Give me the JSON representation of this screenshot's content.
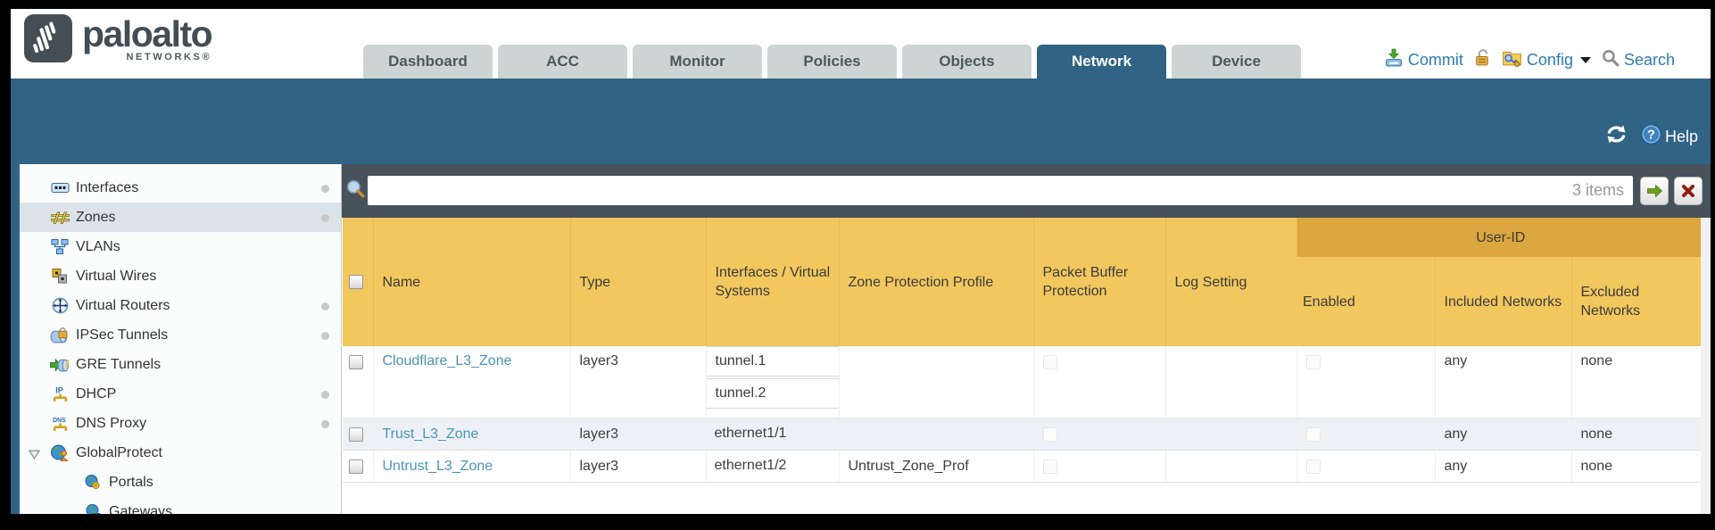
{
  "brand": {
    "logo_text": "paloalto",
    "logo_sub": "NETWORKS®"
  },
  "nav": {
    "tabs": [
      "Dashboard",
      "ACC",
      "Monitor",
      "Policies",
      "Objects",
      "Network",
      "Device"
    ],
    "active_tab": "Network"
  },
  "header_actions": {
    "commit": "Commit",
    "config": "Config",
    "search": "Search"
  },
  "band": {
    "help": "Help"
  },
  "filter": {
    "value": "",
    "items_count": "3 items"
  },
  "sidebar": {
    "items": [
      {
        "label": "Interfaces",
        "icon": "interfaces-icon",
        "dot": true
      },
      {
        "label": "Zones",
        "icon": "zones-icon",
        "dot": true,
        "selected": true
      },
      {
        "label": "VLANs",
        "icon": "vlans-icon",
        "dot": false
      },
      {
        "label": "Virtual Wires",
        "icon": "virtual-wires-icon",
        "dot": false
      },
      {
        "label": "Virtual Routers",
        "icon": "virtual-routers-icon",
        "dot": true
      },
      {
        "label": "IPSec Tunnels",
        "icon": "ipsec-tunnels-icon",
        "dot": true
      },
      {
        "label": "GRE Tunnels",
        "icon": "gre-tunnels-icon",
        "dot": false
      },
      {
        "label": "DHCP",
        "icon": "dhcp-icon",
        "dot": true
      },
      {
        "label": "DNS Proxy",
        "icon": "dns-proxy-icon",
        "dot": true
      },
      {
        "label": "GlobalProtect",
        "icon": "globalprotect-icon",
        "dot": false,
        "expanded": true
      },
      {
        "label": "Portals",
        "icon": "portals-icon",
        "dot": false,
        "indent": true
      },
      {
        "label": "Gateways",
        "icon": "gateways-icon",
        "dot": false,
        "indent": true
      }
    ]
  },
  "table": {
    "columns": [
      "Name",
      "Type",
      "Interfaces / Virtual Systems",
      "Zone Protection Profile",
      "Packet Buffer Protection",
      "Log Setting"
    ],
    "group": {
      "label": "User-ID",
      "columns": [
        "Enabled",
        "Included Networks",
        "Excluded Networks"
      ]
    },
    "rows": [
      {
        "name": "Cloudflare_L3_Zone",
        "type": "layer3",
        "interfaces": [
          "tunnel.1",
          "tunnel.2"
        ],
        "zone_protection_profile": "",
        "packet_buffer_protection": false,
        "log_setting": "",
        "user_id_enabled": false,
        "included_networks": "any",
        "excluded_networks": "none"
      },
      {
        "name": "Trust_L3_Zone",
        "type": "layer3",
        "interfaces": [
          "ethernet1/1"
        ],
        "zone_protection_profile": "",
        "packet_buffer_protection": false,
        "log_setting": "",
        "user_id_enabled": false,
        "included_networks": "any",
        "excluded_networks": "none"
      },
      {
        "name": "Untrust_L3_Zone",
        "type": "layer3",
        "interfaces": [
          "ethernet1/2"
        ],
        "zone_protection_profile": "Untrust_Zone_Prof",
        "packet_buffer_protection": false,
        "log_setting": "",
        "user_id_enabled": false,
        "included_networks": "any",
        "excluded_networks": "none"
      }
    ]
  }
}
